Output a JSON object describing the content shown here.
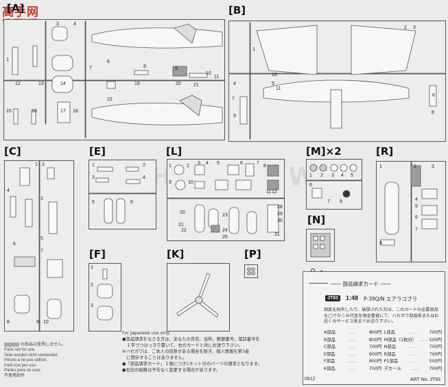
{
  "watermark": {
    "brand": "高手网",
    "url": "gao.shou.com"
  },
  "sprues": {
    "A": {
      "label": "[A]"
    },
    "B": {
      "label": "[B]"
    },
    "C": {
      "label": "[C]"
    },
    "E": {
      "label": "[E]"
    },
    "L": {
      "label": "[L]"
    },
    "M": {
      "label": "[M]×2"
    },
    "R": {
      "label": "[R]"
    },
    "N": {
      "label": "[N]"
    },
    "F": {
      "label": "[F]"
    },
    "K": {
      "label": "[K]"
    },
    "P": {
      "label": "[P]"
    }
  },
  "legend": {
    "lines": [
      "の部品は使用しません。",
      "Parts not for use.",
      "Teile werden nicht verwendet.",
      "Pièces à ne pas utiliser.",
      "Parti non per uso.",
      "Partes para no usar.",
      "不使用部件"
    ]
  },
  "notes": {
    "lines": [
      "For Japanese use only.",
      "●部品請求をなさる方は、あなたの氏名、住所、郵便番号、電話番号を",
      "　１字づつはっきり書いて、右のカードと共にお送り下さい。",
      "※ハセガワは、ご本人の同意がある場合を除き、個人情報を第3者",
      "　に開示することはありません。",
      "●「部品請求カード」１枚につき1キット分のパーツの請求となります。",
      "●右記の価格は予告なく変更する場合があります。"
    ]
  },
  "card": {
    "title": "部品請求カード",
    "badge": "JT93",
    "scale": "1:48",
    "kit_name": "P-39Q/N エアラコブラ",
    "description": "部品を紛失したり、破損された方は、このカードの必要部品を◯でかこみ代金を現金書留にて、ハセガワ部品係またはお近くのサービス係までお送り下さい。",
    "prices": [
      {
        "left_part": "A部品",
        "left_price": "800円",
        "right_part": "L部品",
        "right_price": "700円"
      },
      {
        "left_part": "B部品",
        "left_price": "800円",
        "right_part": "M部品（1枚分）",
        "right_price": "500円"
      },
      {
        "left_part": "C部品",
        "left_price": "700円",
        "right_part": "N部品",
        "right_price": "700円"
      },
      {
        "left_part": "E部品",
        "left_price": "600円",
        "right_part": "R部品",
        "right_price": "700円"
      },
      {
        "left_part": "F部品",
        "left_price": "800円",
        "right_part": "P1部品",
        "right_price": "500円"
      },
      {
        "left_part": "K部品",
        "left_price": "700円",
        "right_part": "デカール",
        "right_price": "700円"
      }
    ],
    "art_no": "ART No. JT93"
  },
  "code": "0612"
}
